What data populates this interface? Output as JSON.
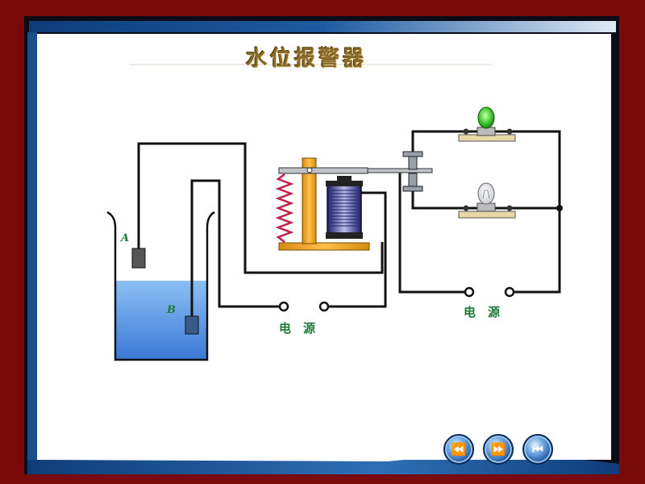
{
  "title": "水位报警器",
  "electrodes": {
    "a": "A",
    "b": "B"
  },
  "power_left": "电　源",
  "power_right": "电　源",
  "nav": {
    "prev_icon": "⏪",
    "next_icon": "⏩",
    "first_icon": "⏮"
  },
  "colors": {
    "water": "#5d9ee8",
    "green_lamp": "#44cc33",
    "frame_red": "#7a0a0a",
    "frame_blue": "#1a4d8c",
    "label_green": "#1e7a3a"
  }
}
